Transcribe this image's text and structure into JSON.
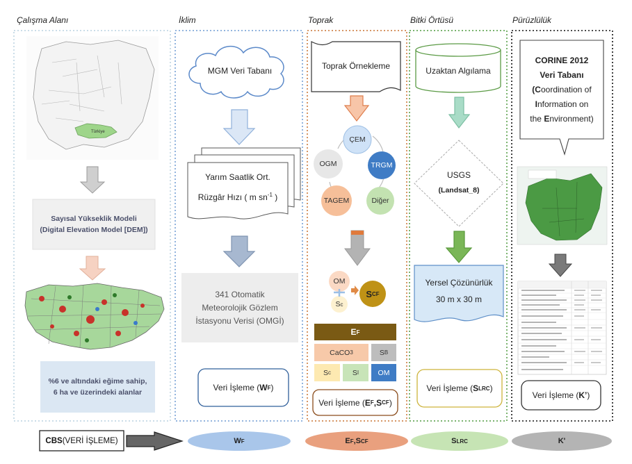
{
  "columns": {
    "calisma": "Çalışma Alanı",
    "iklim": "İklim",
    "toprak": "Toprak",
    "bitki": "Bitki Örtüsü",
    "puruzluluk": "Pürüzlülük"
  },
  "calisma": {
    "map_label": "Türkiye",
    "dem_line1": "Sayısal Yükseklik Modeli",
    "dem_line2": "(Digital Elevation Model [DEM])",
    "criteria_line1": "%6 ve altındaki eğime sahip,",
    "criteria_line2": "6 ha ve üzerindeki alanlar"
  },
  "iklim": {
    "cloud": "MGM Veri Tabanı",
    "doc_line1": "Yarım Saatlik Ort.",
    "doc_line2_pre": "Rüzgâr Hızı ( m sn",
    "doc_line2_sup": "-1",
    "doc_line2_post": " )",
    "station_line1": "341 Otomatik",
    "station_line2": "Meteorolojik Gözlem",
    "station_line3": "İstasyonu Verisi (OMGİ)",
    "process_pre": "Veri İşleme (",
    "process_sym": "W",
    "process_sub": "F",
    "process_post": ")"
  },
  "toprak": {
    "banner": "Toprak Örnekleme",
    "nodes": [
      "ÇEM",
      "TRGM",
      "Diğer",
      "TAGEM",
      "OGM"
    ],
    "om": "OM",
    "sc": "S",
    "sc_sub": "c",
    "scf": "S",
    "scf_sub": "CF",
    "ef": "E",
    "ef_sub": "F",
    "caco3_pre": "CaCO",
    "caco3_sub": "3",
    "sb": "S",
    "sb_sub": "B",
    "sc2": "S",
    "sc2_sub": "c",
    "si": "S",
    "si_sub": "I",
    "om2": "OM",
    "process_pre": "Veri İşleme (",
    "process_e": "E",
    "process_e_sub": "F",
    "process_sep": ", ",
    "process_s": "S",
    "process_s_sub": "CF",
    "process_post": ")"
  },
  "bitki": {
    "cylinder": "Uzaktan Algılama",
    "diamond_line1": "USGS",
    "diamond_line2": "(Landsat_8)",
    "res_line1": "Yersel Çözünürlük",
    "res_line2": "30 m x 30 m",
    "process_pre": "Veri İşleme (",
    "process_sym": "S",
    "process_sub": "LRC",
    "process_post": ")"
  },
  "puruzluluk": {
    "corine_line1": "CORINE 2012",
    "corine_line2": "Veri Tabanı",
    "corine_c": "C",
    "corine_c_rest": "oordination of",
    "corine_i": "I",
    "corine_i_rest": "nformation on",
    "corine_e_pre": "the ",
    "corine_e": "E",
    "corine_e_rest": "nvironment)",
    "corine_paren": "(",
    "process_pre": "Veri İşleme (",
    "process_sym": "K’",
    "process_post": ")"
  },
  "bottom": {
    "cbs_bold": "CBS",
    "cbs_rest": " (VERİ İŞLEME)",
    "ell1": "W",
    "ell1_sub": "F",
    "ell2_e": "E",
    "ell2_e_sub": "F",
    "ell2_sep": ",",
    "ell2_s": "S",
    "ell2_s_sub": "CF",
    "ell3": "S",
    "ell3_sub": "LRC",
    "ell4": "K'"
  },
  "colors": {
    "blue_panel": "#7ea6d8",
    "orange_panel": "#d07a2c",
    "green_panel": "#5aa04a",
    "black_panel": "#111111",
    "ell_blue": "#a9c6ea",
    "ell_orange": "#eaa27f",
    "ell_green": "#c6e4b4",
    "ell_gray": "#b4b4b4"
  }
}
